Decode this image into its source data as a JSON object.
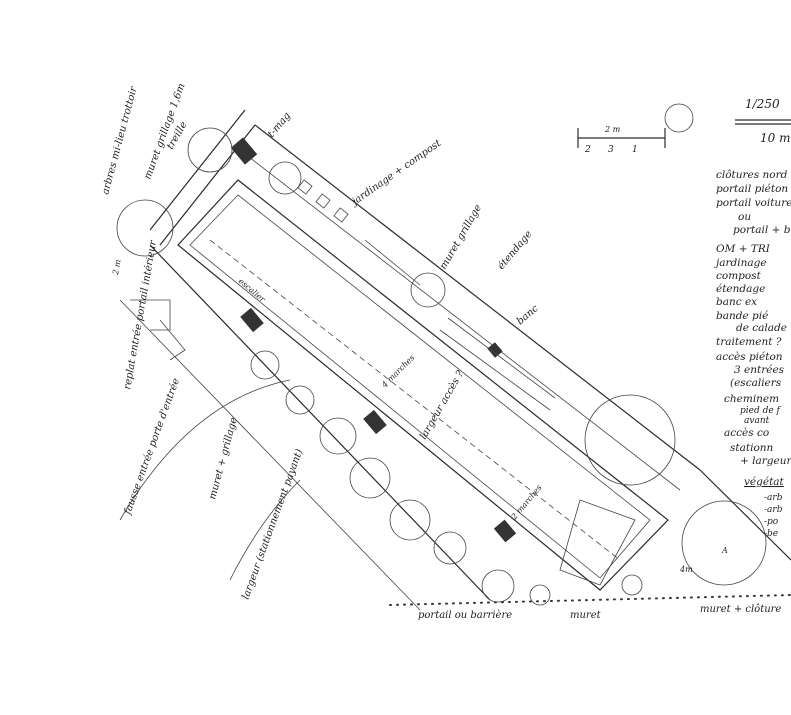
{
  "scale": {
    "ratio": "1/250",
    "length": "10 m",
    "small_scale": "2 m",
    "ticks": [
      "2",
      "3",
      "1"
    ]
  },
  "legend": [
    "clôtures nord",
    "portail piéton",
    "portail voiture",
    "ou",
    "portail + bu",
    "OM + TRI",
    "jardinage",
    "compost",
    "étendage",
    "banc ex",
    "bande pié",
    "de calade",
    "traitement ?",
    "accès piéton",
    "3 entrées",
    "(escaliers",
    "cheminem",
    "pied de f",
    "avant",
    "accès co",
    "stationn",
    "+ largeur",
    "végétat",
    "-arb",
    "-arb",
    "-po",
    "-be"
  ],
  "annotations": {
    "trees_sidewalk": "arbres mi-lieu trottoir",
    "muret_grillage_top": "muret grillage 1,6m",
    "treille": "treille",
    "t_mag": "t-mag",
    "jardinage_compost": "jardinage + compost",
    "muret_grillage_mid": "muret grillage",
    "etendage": "étendage",
    "banc": "banc",
    "escalier": "escalier",
    "quatre_marches": "4 marches",
    "largeur_acces": "largeur accès ?",
    "deux_marches": "2 marches",
    "replat": "replat entrée portail intérieur",
    "fausse_entree": "fausse entrée porte d'entrée",
    "muret_grillage_low": "muret + grillage",
    "largeur_stationnement": "largeur (stationnement payant)",
    "portail_barriere": "portail ou barrière",
    "muret": "muret",
    "muret_cloture": "muret + clôture",
    "four_m": "4m",
    "tree_mark": "A",
    "dim_2m": "2 m"
  }
}
